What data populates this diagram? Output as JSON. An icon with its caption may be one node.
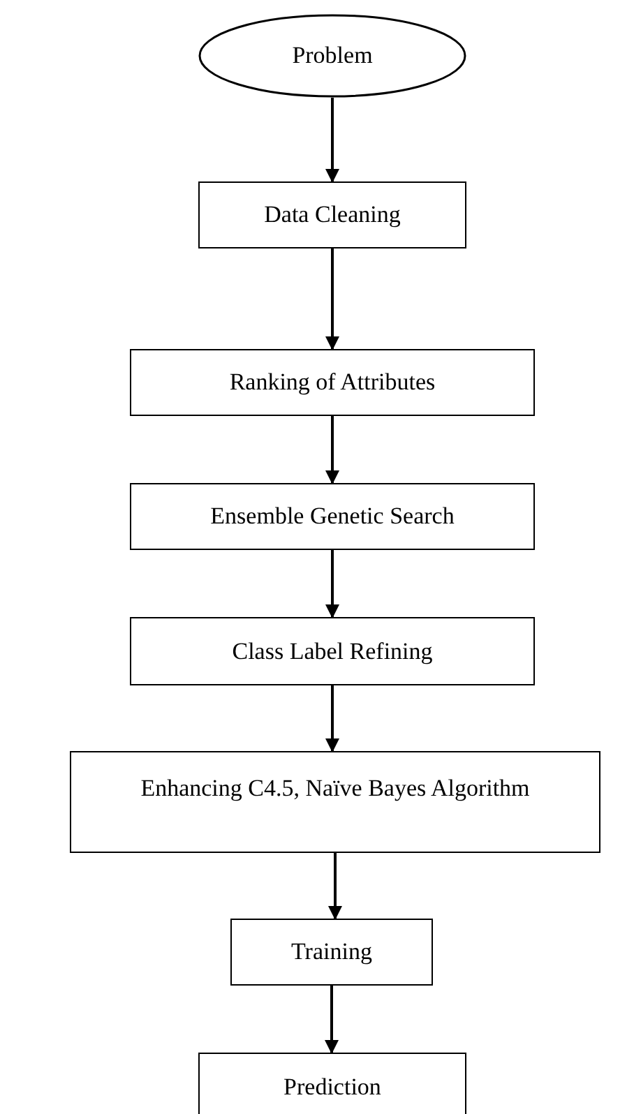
{
  "diagram": {
    "nodes": [
      {
        "text": [
          "Problem"
        ]
      },
      {
        "text": [
          "Data Cleaning"
        ]
      },
      {
        "text": [
          "Ranking of Attributes"
        ]
      },
      {
        "text": [
          "Ensemble Genetic Search"
        ]
      },
      {
        "text": [
          "Class Label Refining"
        ]
      },
      {
        "text": [
          "Enhancing C4.5, Naïve Bayes Algorithm"
        ]
      },
      {
        "text": [
          "Training"
        ]
      },
      {
        "text": [
          "Prediction"
        ]
      }
    ],
    "edges": [
      {
        "from": 0,
        "to": 1,
        "arrow": "to"
      },
      {
        "from": 1,
        "to": 2,
        "arrow": "to"
      },
      {
        "from": 2,
        "to": 3,
        "arrow": "to"
      },
      {
        "from": 3,
        "to": 4,
        "arrow": "to"
      },
      {
        "from": 4,
        "to": 5,
        "arrow": "to"
      },
      {
        "from": 5,
        "to": 6,
        "arrow": "to"
      },
      {
        "from": 6,
        "to": 7,
        "arrow": "to"
      }
    ]
  }
}
